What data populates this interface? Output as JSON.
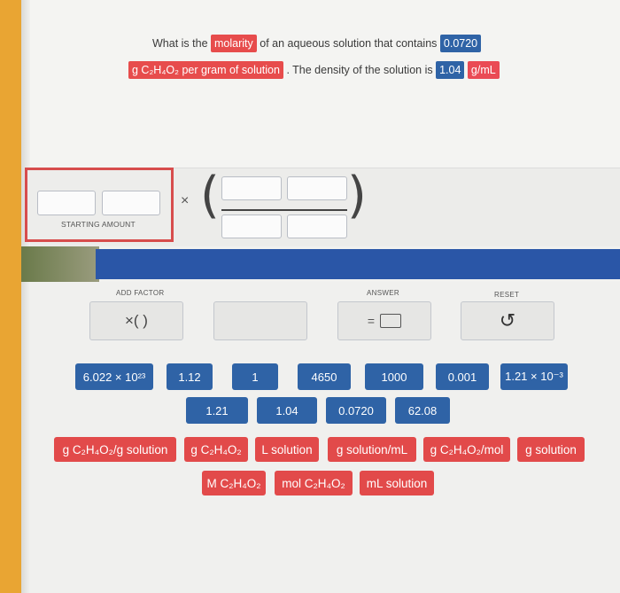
{
  "question": {
    "pre": "What is the",
    "molarity": "molarity",
    "mid": "of an aqueous solution that contains",
    "amount": "0.0720",
    "unit_html": "g C₂H₄O₂ per gram of solution",
    "density_pre": ". The density of the solution is",
    "density": "1.04",
    "density_unit": "g/mL"
  },
  "workspace": {
    "starting_amount_label": "STARTING AMOUNT",
    "times": "×"
  },
  "controls": {
    "add_factor_label": "ADD FACTOR",
    "add_factor_symbol": "×( )",
    "answer_label": "ANSWER",
    "answer_symbol": "=",
    "reset_label": "RESET",
    "reset_symbol": "↺"
  },
  "number_buttons_row1": [
    "6.022 × 10²³",
    "1.12",
    "1",
    "4650",
    "1000",
    "0.001",
    "1.21 × 10⁻³"
  ],
  "number_buttons_row2": [
    "1.21",
    "1.04",
    "0.0720",
    "62.08"
  ],
  "unit_buttons_row1": [
    "g C₂H₄O₂/g solution",
    "g C₂H₄O₂",
    "L solution",
    "g solution/mL",
    "g C₂H₄O₂/mol",
    "g solution"
  ],
  "unit_buttons_row2": [
    "M C₂H₄O₂",
    "mol C₂H₄O₂",
    "mL solution"
  ],
  "colors": {
    "accent_blue": "#2f63a6",
    "accent_red": "#e24a4a",
    "left_bar": "#e9a533"
  }
}
